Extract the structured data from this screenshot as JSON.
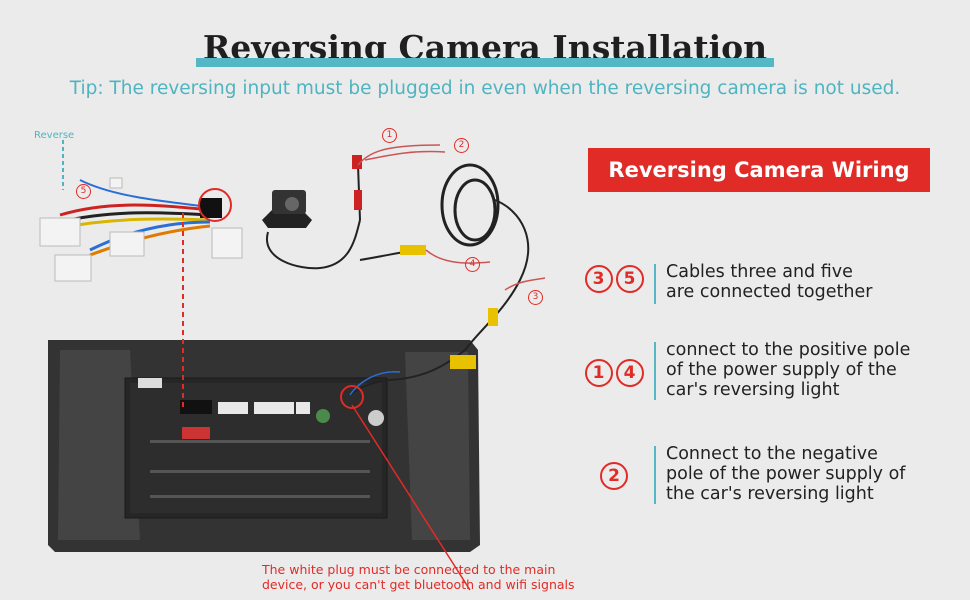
{
  "header": {
    "title": "Reversing Camera Installation",
    "tip": "Tip: The reversing input must be plugged in even when the reversing camera is not used."
  },
  "panel": {
    "title": "Reversing Camera Wiring",
    "rows": [
      {
        "numbers": [
          "3",
          "5"
        ],
        "lines": [
          "Cables three and five",
          "are connected together"
        ]
      },
      {
        "numbers": [
          "1",
          "4"
        ],
        "lines": [
          "connect to the positive pole",
          "of the power supply of the",
          "car's reversing light"
        ]
      },
      {
        "numbers": [
          "2"
        ],
        "lines": [
          "Connect to the negative",
          "pole of the power supply of",
          "the car's reversing light"
        ]
      }
    ]
  },
  "diagram": {
    "reverse_label": "Reverse",
    "wire_labels": [
      "1",
      "2",
      "3",
      "4",
      "5"
    ],
    "note_lines": [
      "The white plug must be connected to the main",
      "device, or you can't get bluetooth and wifi signals"
    ]
  },
  "colors": {
    "accent": "#54b8c4",
    "red": "#e12b26",
    "background": "#ebebeb"
  }
}
